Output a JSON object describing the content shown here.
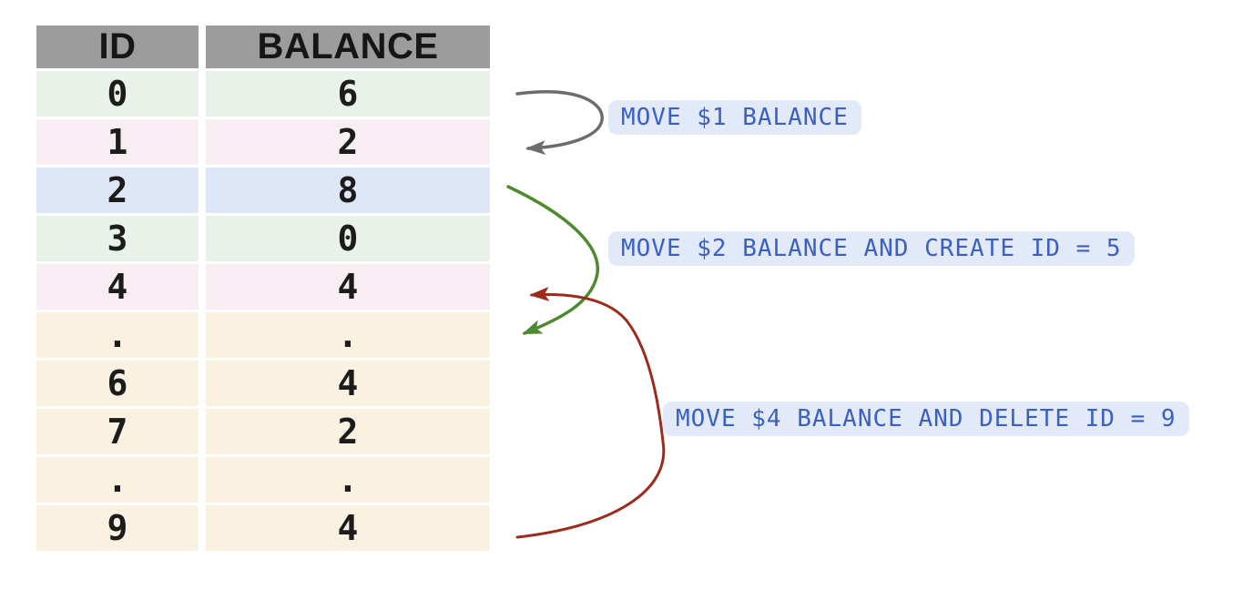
{
  "page": {
    "background": "#ffffff"
  },
  "table": {
    "header_bg": "#9c9c9c",
    "header_text_color": "#161616",
    "cell_text_color": "#1c1c1c",
    "headers": [
      {
        "label": "ID"
      },
      {
        "label": "BALANCE"
      }
    ],
    "row_colors": {
      "green": "#e9f2e8",
      "pink": "#f7edf2",
      "blue": "#dde7f8",
      "cream": "#fbf1e1"
    },
    "rows": [
      {
        "id": "0",
        "balance": "6",
        "color": "green"
      },
      {
        "id": "1",
        "balance": "2",
        "color": "pink"
      },
      {
        "id": "2",
        "balance": "8",
        "color": "blue"
      },
      {
        "id": "3",
        "balance": "0",
        "color": "green"
      },
      {
        "id": "4",
        "balance": "4",
        "color": "pink"
      },
      {
        "id": ".",
        "balance": ".",
        "color": "cream"
      },
      {
        "id": "6",
        "balance": "4",
        "color": "cream"
      },
      {
        "id": "7",
        "balance": "2",
        "color": "cream"
      },
      {
        "id": ".",
        "balance": ".",
        "color": "cream"
      },
      {
        "id": "9",
        "balance": "4",
        "color": "cream"
      }
    ]
  },
  "label_style": {
    "bg": "#e2e9f8",
    "text_color": "#3a60c6"
  },
  "annotations": [
    {
      "label": "MOVE $1 BALANCE",
      "arrow_color": "#6c6c6c",
      "from_id": "0",
      "to_id": "1"
    },
    {
      "label": "MOVE $2 BALANCE AND CREATE ID = 5",
      "arrow_color": "#4f8a2f",
      "from_id": "2",
      "to_id": "."
    },
    {
      "label": "MOVE $4 BALANCE AND DELETE ID = 9",
      "arrow_color": "#9d2a1b",
      "from_id": "9",
      "to_id": "4"
    }
  ]
}
